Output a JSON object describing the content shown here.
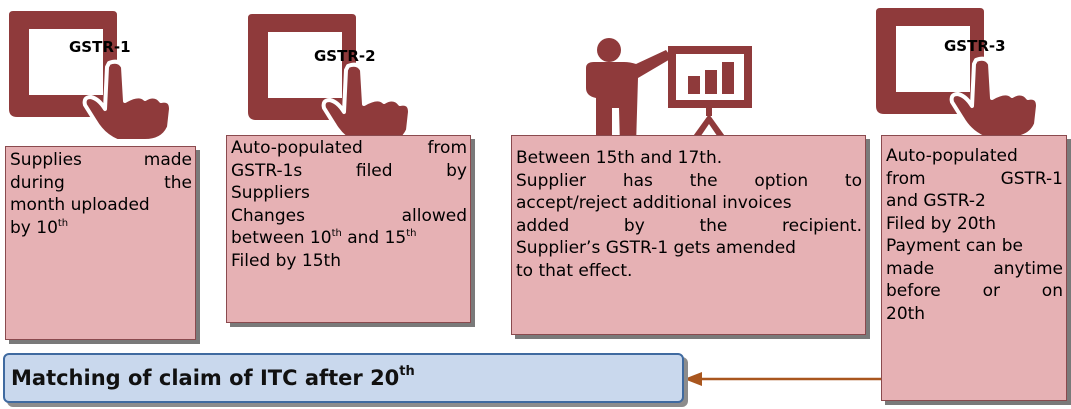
{
  "colors": {
    "icon_fill": "#8f3a3b",
    "box_fill": "#e6b1b4",
    "banner_fill": "#c9d8ed",
    "banner_border": "#3f6aa0",
    "arrow": "#a9561e"
  },
  "icons": [
    {
      "kind": "tablet-hand-icon",
      "label": "GSTR-1"
    },
    {
      "kind": "tablet-hand-icon",
      "label": "GSTR-2"
    },
    {
      "kind": "presenter-icon",
      "label": ""
    },
    {
      "kind": "tablet-hand-icon",
      "label": "GSTR-3"
    }
  ],
  "gstr1_box": {
    "l1a": "Supplies",
    "l1b": "made",
    "l2a": "during",
    "l2b": "the",
    "l3": "month uploaded",
    "l4": "by 10",
    "l4sup": "th"
  },
  "gstr2_box": {
    "l1a": "Auto-populated",
    "l1b": "from",
    "l2a": "GSTR-1s",
    "l2b": "filed",
    "l2c": "by",
    "l3": "Suppliers",
    "l4a": "Changes",
    "l4b": "allowed",
    "l5a": "between 10",
    "l5sup1": "th",
    "l5b": " and 15",
    "l5sup2": "th",
    "l6": " Filed by 15th"
  },
  "review_box": {
    "l1": "Between 15th and 17th.",
    "l2a": "Supplier",
    "l2b": "has",
    "l2c": "the",
    "l2d": "option",
    "l2e": "to",
    "l3": "accept/reject additional invoices",
    "l4a": "added",
    "l4b": "by",
    "l4c": "the",
    "l4d": "recipient.",
    "l5": "Supplier’s GSTR-1 gets amended",
    "l6": "to that effect."
  },
  "gstr3_box": {
    "l1": "Auto-populated",
    "l2a": "from",
    "l2b": "GSTR-1",
    "l3": "and GSTR-2",
    "l4": "Filed by 20th",
    "l5": "Payment can be",
    "l6a": "made",
    "l6b": "anytime",
    "l7a": "before",
    "l7b": "or",
    "l7c": "on",
    "l8": "20th"
  },
  "banner": {
    "text": "Matching of claim of ITC after 20",
    "sup": "th"
  }
}
